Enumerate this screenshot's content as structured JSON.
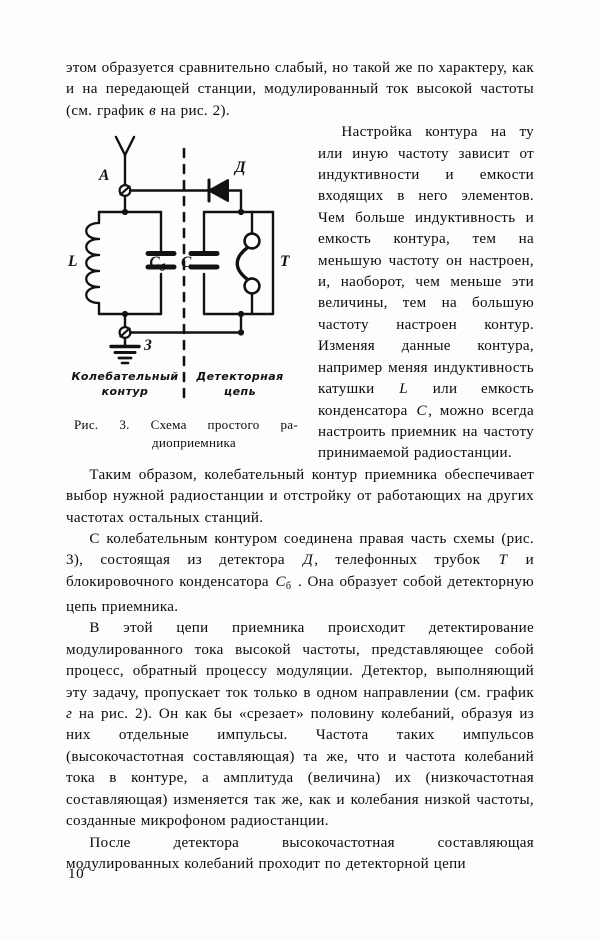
{
  "document": {
    "language": "ru",
    "page_number": "10"
  },
  "body": {
    "paragraphs": [
      {
        "id": "p1",
        "indent": false,
        "runs": [
          {
            "type": "text",
            "text": "этом образуется сравнительно слабый, но такой же по характеру, как и на передающей станции, модулированный ток высокой частоты (см. график "
          },
          {
            "type": "italic",
            "text": "в"
          },
          {
            "type": "text",
            "text": " на рис. 2)."
          }
        ]
      },
      {
        "id": "p2",
        "indent": true,
        "runs": [
          {
            "type": "text",
            "text": "Настройка контура на ту или иную  частоту зависит от индуктивности и емкости входящих в него элементов. Чем больше индуктивность и емкость  контура, тем на меньшую частоту он настроен, и, наоборот, чем меньше эти величины, тем на большую частоту настроен контур. Изменяя данные контура, например меняя индуктивность катушки "
          },
          {
            "type": "math",
            "text": "L"
          },
          {
            "type": "text",
            "text": " или емкость конденсатора "
          },
          {
            "type": "math",
            "text": "C"
          },
          {
            "type": "text",
            "text": ", можно всегда настроить приемник на частоту принимаемой радиостанции."
          }
        ]
      },
      {
        "id": "p3",
        "indent": true,
        "runs": [
          {
            "type": "text",
            "text": "Таким образом, колебательный контур приемника обеспечивает выбор нужной радиостанции и отстройку от работающих на других частотах остальных станций."
          }
        ]
      },
      {
        "id": "p4",
        "indent": true,
        "runs": [
          {
            "type": "text",
            "text": "С колебательным контуром соединена правая часть схемы (рис. 3), состоящая из детектора "
          },
          {
            "type": "math",
            "text": "Д"
          },
          {
            "type": "text",
            "text": ", телефонных трубок "
          },
          {
            "type": "math",
            "text": "Т"
          },
          {
            "type": "text",
            "text": " и блокировочного конденсатора "
          },
          {
            "type": "math_sub",
            "text": "С",
            "sub": "б"
          },
          {
            "type": "text",
            "text": " . Она образует собой детекторную цепь приемника."
          }
        ]
      },
      {
        "id": "p5",
        "indent": true,
        "runs": [
          {
            "type": "text",
            "text": "В этой цепи приемника происходит  детектирование модулированного тока высокой частоты, представляющее собой процесс, обратный процессу модуляции. Детектор, выполняющий эту задачу, пропускает  ток только в одном направлении (см. график "
          },
          {
            "type": "italic",
            "text": "г"
          },
          {
            "type": "text",
            "text": " на рис. 2). Он как бы «срезает» половину колебаний, образуя  из них отдельные импульсы. Частота таких импульсов (высокочастотная составляющая) та же, что и частота колебаний тока в контуре, а амплитуда (величина) их (низкочастотная составляющая) изменяется так же, как и колебания низкой частоты, созданные микрофоном радиостанции."
          }
        ]
      },
      {
        "id": "p6",
        "indent": true,
        "runs": [
          {
            "type": "text",
            "text": "После детектора высокочастотная составляющая модулированных колебаний проходит по детекторной цепи"
          }
        ]
      }
    ]
  },
  "figure": {
    "caption_line1": "Рис. 3. Схема    простого    ра-",
    "caption_line2": "диоприемника",
    "section_labels": {
      "left_line1": "Колебательный",
      "left_line2": "контур",
      "right_line1": "Детекторная",
      "right_line2": "цепь"
    },
    "component_labels": {
      "antenna_terminal": "А",
      "ground_terminal": "З",
      "inductor": "L",
      "tuning_capacitor": "C",
      "detector": "Д",
      "block_capacitor_main": "С",
      "block_capacitor_sub": "б",
      "headphones": "Т"
    },
    "colors": {
      "ink": "#121212",
      "paper": "#fdfdfc"
    }
  }
}
